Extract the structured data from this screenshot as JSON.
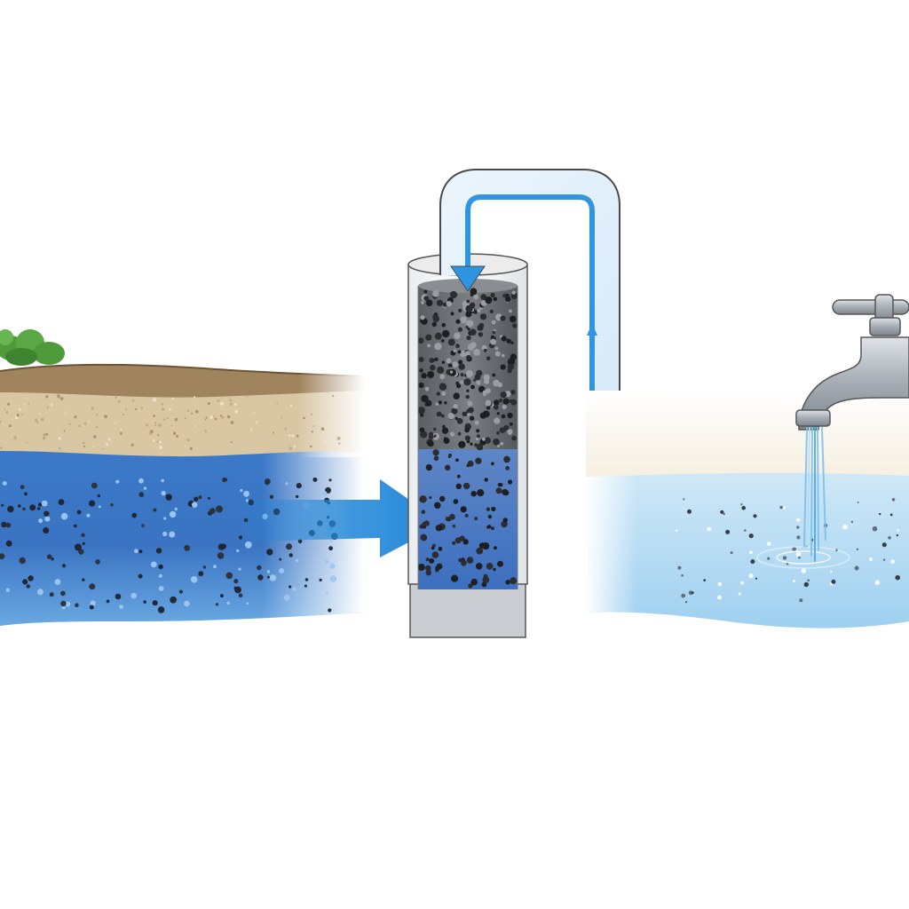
{
  "diagram": {
    "type": "process-illustration",
    "labels": [],
    "nodes": [
      {
        "id": "contaminated-groundwater",
        "icon": "groundwater-with-particles"
      },
      {
        "id": "filter-column",
        "icon": "activated-carbon-filter"
      },
      {
        "id": "treated-water",
        "icon": "clear-water-pool"
      },
      {
        "id": "faucet",
        "icon": "faucet-icon"
      }
    ],
    "edges": [
      {
        "from": "contaminated-groundwater",
        "to": "filter-column",
        "style": "blue-arrow"
      },
      {
        "from": "filter-column",
        "to": "treated-water",
        "style": "pipe-arrow"
      }
    ],
    "colors": {
      "water_dark": "#2f6fc4",
      "water_light": "#9fd0f0",
      "arrow": "#1f86d8",
      "pipe_outline": "#4a4a4a",
      "soil": "#d9c7a4",
      "topsoil": "#8a6a45",
      "grass": "#4f9a3a",
      "carbon": "#3a3a3a",
      "steel": "#9aa1a8"
    }
  }
}
